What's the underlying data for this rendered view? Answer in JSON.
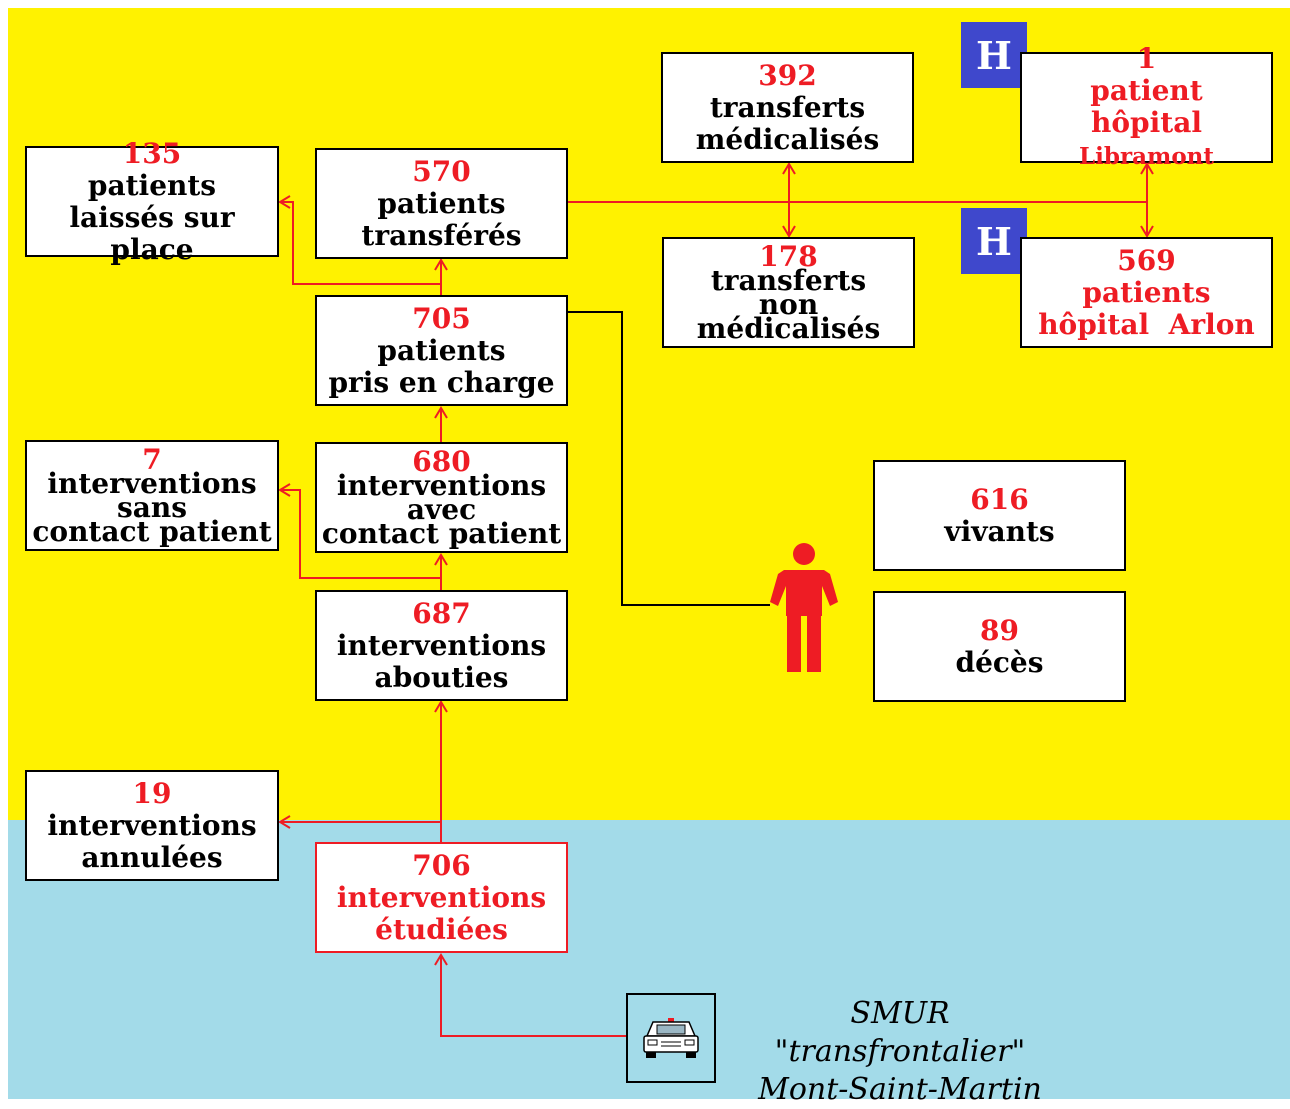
{
  "boxes": {
    "studied": {
      "number": "706",
      "line1": "interventions",
      "line2": "étudiées"
    },
    "cancelled": {
      "number": "19",
      "line1": "interventions",
      "line2": "annulées"
    },
    "completed": {
      "number": "687",
      "line1": "interventions",
      "line2": "abouties"
    },
    "with_contact": {
      "number": "680",
      "line1": "interventions",
      "line2": "avec",
      "line3": "contact patient"
    },
    "without_contact": {
      "number": "7",
      "line1": "interventions",
      "line2": "sans",
      "line3": "contact patient"
    },
    "taken_in_charge": {
      "number": "705",
      "line1": "patients",
      "line2": "pris en charge"
    },
    "transferred": {
      "number": "570",
      "line1": "patients",
      "line2": "transférés"
    },
    "left_on_site": {
      "number": "135",
      "line1": "patients",
      "line2": "laissés sur place"
    },
    "medicalized": {
      "number": "392",
      "line1": "transferts",
      "line2": "médicalisés"
    },
    "non_medicalized": {
      "number": "178",
      "line1": "transferts",
      "line2": "non",
      "line3": "médicalisés"
    },
    "libramont": {
      "number": "1",
      "line1": "patient",
      "line2a": "hôpital",
      "line2b": "Libramont"
    },
    "arlon": {
      "number": "569",
      "line1": "patients",
      "line2": "hôpital  Arlon"
    },
    "alive": {
      "number": "616",
      "line1": "vivants"
    },
    "deceased": {
      "number": "89",
      "line1": "décès"
    }
  },
  "hospital_badge": "H",
  "smur": {
    "line1": "SMUR \"transfrontalier\"",
    "line2": "Mont-Saint-Martin"
  },
  "icons": {
    "person": "person-icon",
    "ambulance": "ambulance-icon",
    "hospital": "hospital-icon"
  },
  "colors": {
    "background_top": "#fff200",
    "background_bottom": "#a3dbe9",
    "accent": "#ee1c24",
    "badge": "#3f48cc"
  }
}
